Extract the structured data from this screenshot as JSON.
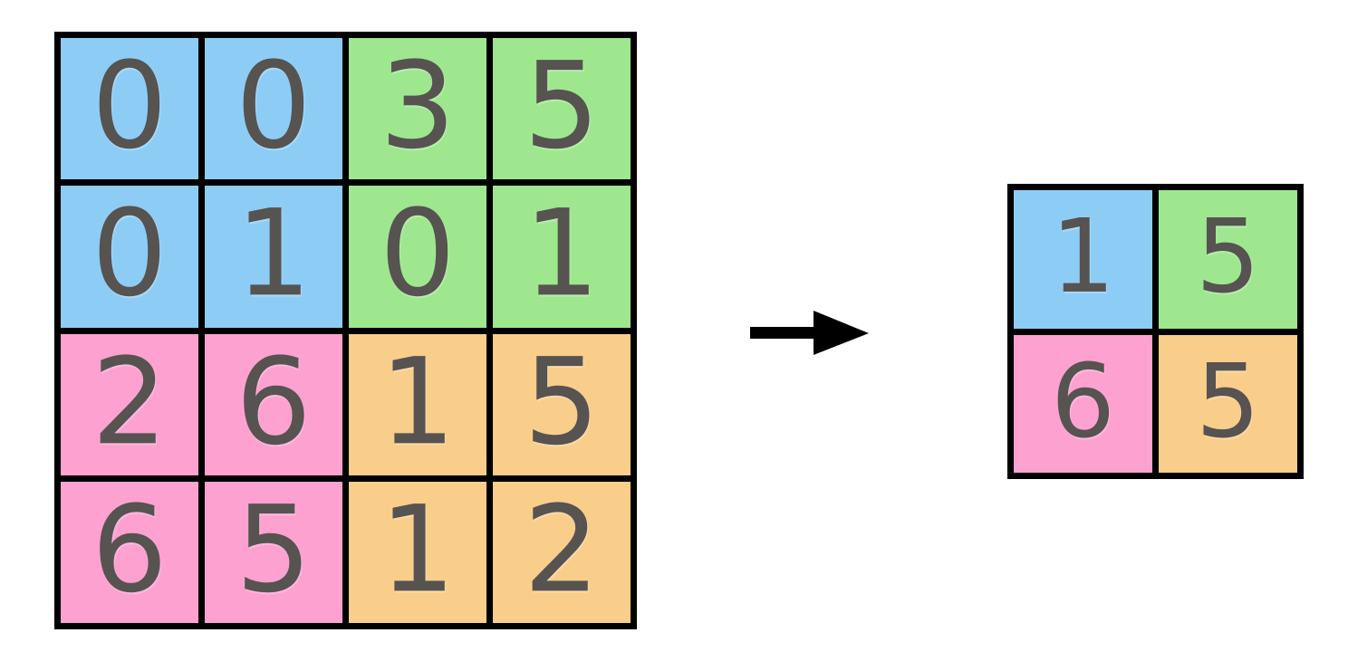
{
  "figure": {
    "type": "max-pooling-diagram",
    "background_color": "#ffffff",
    "border_color": "#000000",
    "text_color": "#565351"
  },
  "palette": {
    "blue": "#8dcdf5",
    "green": "#9ee78f",
    "pink": "#fca1d0",
    "orange": "#f9cd8a"
  },
  "input": {
    "rows": 4,
    "cols": 4,
    "cells": [
      {
        "value": "0",
        "color": "blue"
      },
      {
        "value": "0",
        "color": "blue"
      },
      {
        "value": "3",
        "color": "green"
      },
      {
        "value": "5",
        "color": "green"
      },
      {
        "value": "0",
        "color": "blue"
      },
      {
        "value": "1",
        "color": "blue"
      },
      {
        "value": "0",
        "color": "green"
      },
      {
        "value": "1",
        "color": "green"
      },
      {
        "value": "2",
        "color": "pink"
      },
      {
        "value": "6",
        "color": "pink"
      },
      {
        "value": "1",
        "color": "orange"
      },
      {
        "value": "5",
        "color": "orange"
      },
      {
        "value": "6",
        "color": "pink"
      },
      {
        "value": "5",
        "color": "pink"
      },
      {
        "value": "1",
        "color": "orange"
      },
      {
        "value": "2",
        "color": "orange"
      }
    ]
  },
  "arrow": {
    "icon": "arrow-right-icon",
    "color": "#000000"
  },
  "output": {
    "rows": 2,
    "cols": 2,
    "cells": [
      {
        "value": "1",
        "color": "blue"
      },
      {
        "value": "5",
        "color": "green"
      },
      {
        "value": "6",
        "color": "pink"
      },
      {
        "value": "5",
        "color": "orange"
      }
    ]
  },
  "chart_data": {
    "type": "heatmap",
    "title": "",
    "xlabel": "",
    "ylabel": "",
    "grid": true,
    "legend": "none",
    "panels": [
      {
        "name": "input",
        "shape": [
          4,
          4
        ],
        "values": [
          [
            0,
            0,
            3,
            5
          ],
          [
            0,
            1,
            0,
            1
          ],
          [
            2,
            6,
            1,
            5
          ],
          [
            6,
            5,
            1,
            2
          ]
        ],
        "cell_colors": [
          [
            "#8dcdf5",
            "#8dcdf5",
            "#9ee78f",
            "#9ee78f"
          ],
          [
            "#8dcdf5",
            "#8dcdf5",
            "#9ee78f",
            "#9ee78f"
          ],
          [
            "#fca1d0",
            "#fca1d0",
            "#f9cd8a",
            "#f9cd8a"
          ],
          [
            "#fca1d0",
            "#fca1d0",
            "#f9cd8a",
            "#f9cd8a"
          ]
        ]
      },
      {
        "name": "output",
        "shape": [
          2,
          2
        ],
        "values": [
          [
            1,
            5
          ],
          [
            6,
            5
          ]
        ],
        "cell_colors": [
          [
            "#8dcdf5",
            "#9ee78f"
          ],
          [
            "#fca1d0",
            "#f9cd8a"
          ]
        ]
      }
    ]
  }
}
